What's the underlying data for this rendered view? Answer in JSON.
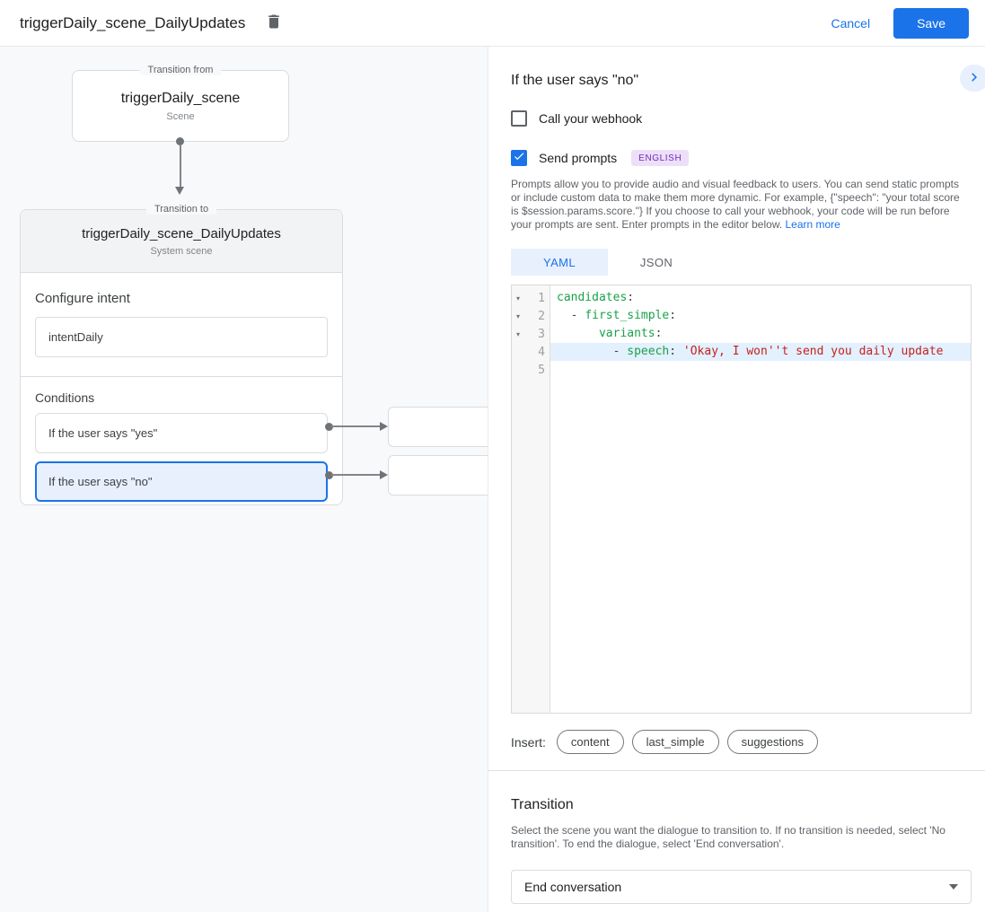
{
  "header": {
    "title": "triggerDaily_scene_DailyUpdates",
    "cancel_label": "Cancel",
    "save_label": "Save"
  },
  "canvas": {
    "transition_from": {
      "label": "Transition from",
      "title": "triggerDaily_scene",
      "subtitle": "Scene"
    },
    "transition_to": {
      "label": "Transition to",
      "title": "triggerDaily_scene_DailyUpdates",
      "subtitle": "System scene"
    },
    "configure_intent": {
      "heading": "Configure intent",
      "value": "intentDaily"
    },
    "conditions": {
      "heading": "Conditions",
      "items": [
        {
          "label": "If the user says \"yes\"",
          "selected": false
        },
        {
          "label": "If the user says \"no\"",
          "selected": true
        }
      ]
    }
  },
  "panel": {
    "heading": "If the user says \"no\"",
    "webhook": {
      "label": "Call your webhook",
      "checked": false
    },
    "send_prompts": {
      "label": "Send prompts",
      "badge": "ENGLISH",
      "checked": true
    },
    "description": "Prompts allow you to provide audio and visual feedback to users. You can send static prompts or include custom data to make them more dynamic. For example, {\"speech\": \"your total score is $session.params.score.\"} If you choose to call your webhook, your code will be run before your prompts are sent. Enter prompts in the editor below. ",
    "learn_more_label": "Learn more",
    "tabs": [
      {
        "label": "YAML",
        "active": true
      },
      {
        "label": "JSON",
        "active": false
      }
    ],
    "editor": {
      "lines": [
        {
          "number": 1,
          "fold": true,
          "highlight": false,
          "tokens": [
            {
              "t": "candidates",
              "c": "key"
            },
            {
              "t": ":",
              "c": "plain"
            }
          ]
        },
        {
          "number": 2,
          "fold": true,
          "highlight": false,
          "tokens": [
            {
              "t": "  - ",
              "c": "plain"
            },
            {
              "t": "first_simple",
              "c": "key"
            },
            {
              "t": ":",
              "c": "plain"
            }
          ]
        },
        {
          "number": 3,
          "fold": true,
          "highlight": false,
          "tokens": [
            {
              "t": "      ",
              "c": "plain"
            },
            {
              "t": "variants",
              "c": "key"
            },
            {
              "t": ":",
              "c": "plain"
            }
          ]
        },
        {
          "number": 4,
          "fold": false,
          "highlight": true,
          "tokens": [
            {
              "t": "        - ",
              "c": "plain"
            },
            {
              "t": "speech",
              "c": "key"
            },
            {
              "t": ": ",
              "c": "plain"
            },
            {
              "t": "'Okay, I won''t send you daily update",
              "c": "str"
            }
          ]
        },
        {
          "number": 5,
          "fold": false,
          "highlight": false,
          "tokens": []
        }
      ]
    },
    "insert": {
      "label": "Insert:",
      "chips": [
        "content",
        "last_simple",
        "suggestions"
      ]
    },
    "transition": {
      "heading": "Transition",
      "description": "Select the scene you want the dialogue to transition to. If no transition is needed, select 'No transition'. To end the dialogue, select 'End conversation'.",
      "value": "End conversation"
    }
  },
  "colors": {
    "accent_blue": "#1a73e8",
    "selection_blue": "#e8f0fe",
    "badge_purple": "#7627bb",
    "code_key_green": "#1aa14a",
    "code_string_red": "#c5221f"
  }
}
